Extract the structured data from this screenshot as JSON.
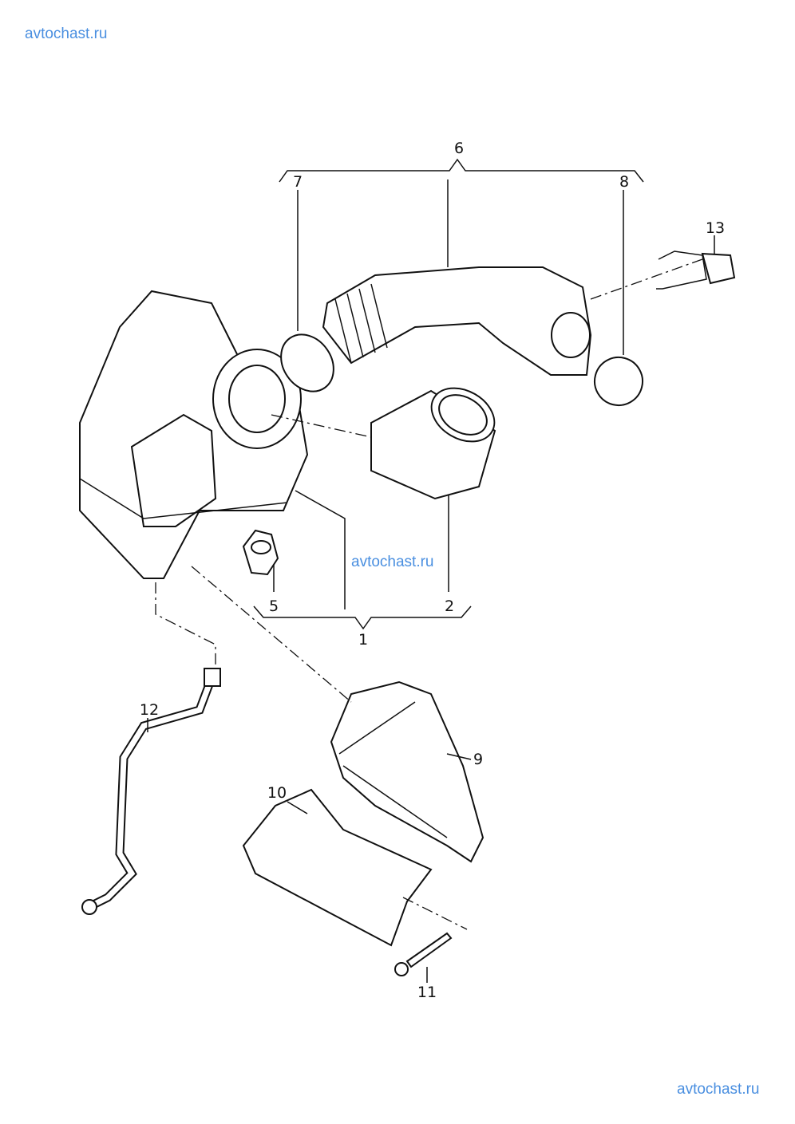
{
  "watermarks": [
    "avtochast.ru",
    "avtochast.ru",
    "avtochast.ru"
  ],
  "callouts": [
    "1",
    "2",
    "5",
    "6",
    "7",
    "8",
    "9",
    "10",
    "11",
    "12",
    "13"
  ],
  "colors": {
    "watermark": "#4a8fe0",
    "line": "#111111"
  }
}
